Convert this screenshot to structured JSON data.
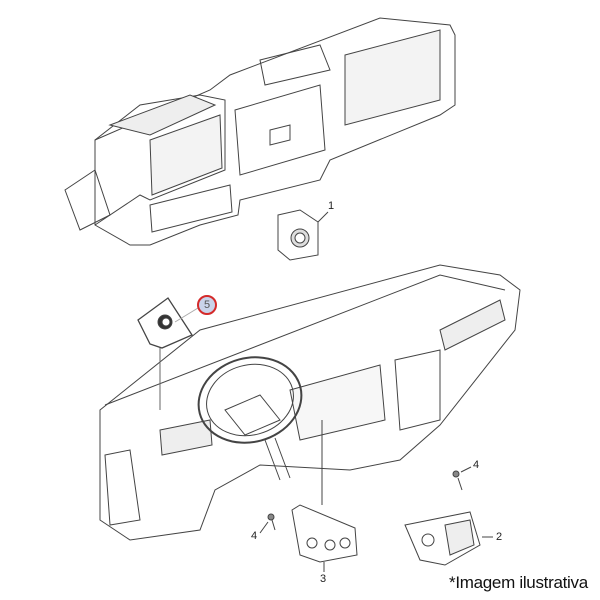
{
  "diagram": {
    "callouts": [
      {
        "id": "part-1",
        "label": "1"
      },
      {
        "id": "part-5",
        "label": "5",
        "highlighted": true
      },
      {
        "id": "part-4a",
        "label": "4"
      },
      {
        "id": "part-4b",
        "label": "4"
      },
      {
        "id": "part-2",
        "label": "2"
      },
      {
        "id": "part-3",
        "label": "3"
      }
    ],
    "caption": "*Imagem ilustrativa",
    "colors": {
      "highlight_ring": "#d42a2a",
      "highlight_fill": "#c9d3ea",
      "line": "#333333"
    }
  }
}
